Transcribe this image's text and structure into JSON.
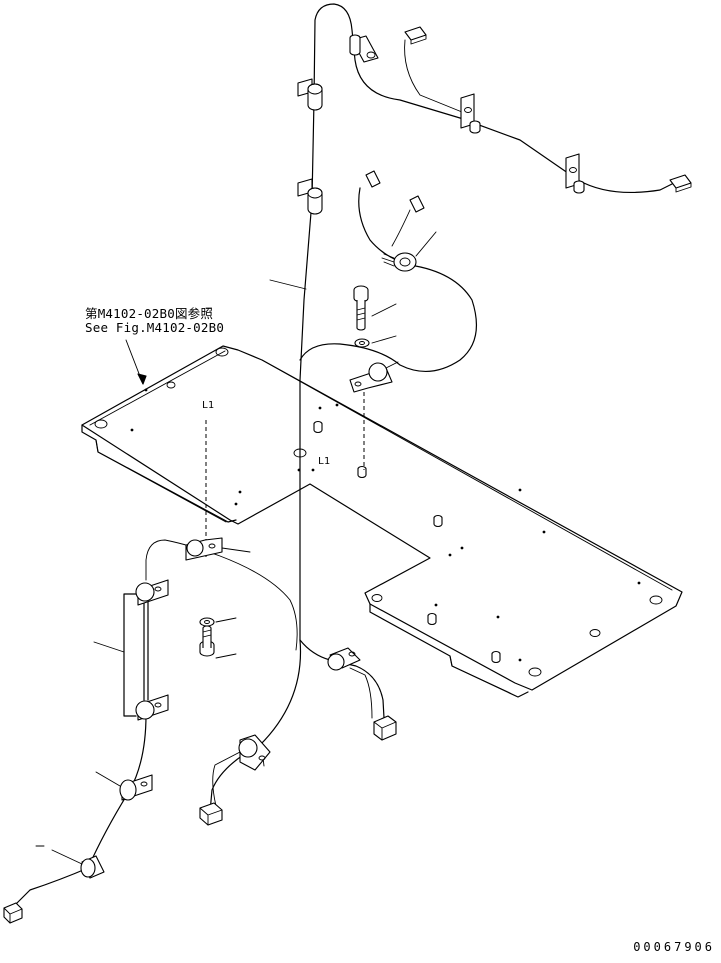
{
  "reference_note": {
    "japanese": "第M4102-02B0図参照",
    "english": "See Fig.M4102-02B0"
  },
  "labels": {
    "l1_upper": "L1",
    "l1_lower": "L1"
  },
  "drawing_number": "00067906"
}
